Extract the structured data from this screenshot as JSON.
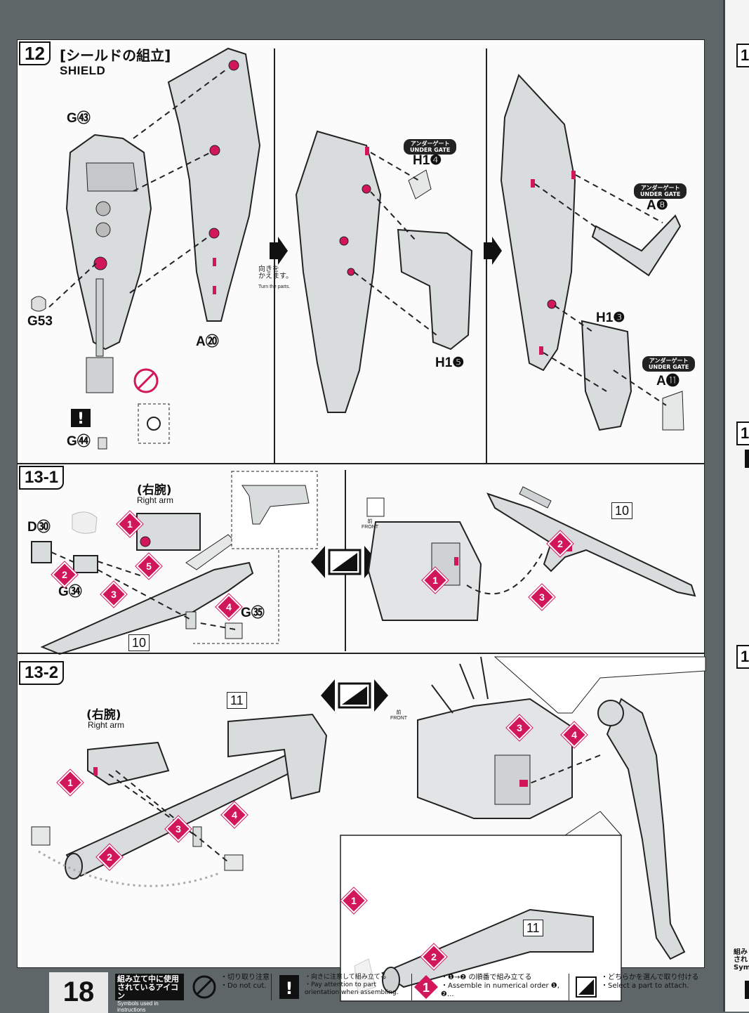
{
  "step12": {
    "badge": "12",
    "title_jp": "[シールドの組立]",
    "title_en": "SHIELD",
    "parts": {
      "g43": "G㊸",
      "g53": "G53",
      "g44": "G㊹",
      "a20": "A⑳",
      "h1_4": "H1❹",
      "h1_5": "H1❺",
      "a8": "A❽",
      "h1_3": "H1❸",
      "a11": "A⓫"
    },
    "under_gate_jp": "アンダーゲート",
    "under_gate_en": "UNDER GATE",
    "turn_jp": "向きを\nかえます。",
    "turn_en": "Turn the parts."
  },
  "step13_1": {
    "badge": "13-1",
    "right_arm_jp": "(右腕)",
    "right_arm_en": "Right arm",
    "parts": {
      "d30": "D㉚",
      "g34": "G㉞",
      "g35": "G㉟"
    },
    "weapon_no": "10",
    "front": "FRONT",
    "front_jp": "前"
  },
  "step13_2": {
    "badge": "13-2",
    "right_arm_jp": "(右腕)",
    "right_arm_en": "Right arm",
    "weapon_no": "11",
    "front": "FRONT",
    "front_jp": "前"
  },
  "steps_numbers": [
    "1",
    "2",
    "3",
    "4",
    "5"
  ],
  "right_strip": [
    "1",
    "1",
    "1"
  ],
  "footer": {
    "page": "18",
    "legend_head_jp": "組み立て中に使用されているアイコン",
    "legend_head_en": "Symbols used in instructions",
    "do_not_cut_jp": "・切り取り注意",
    "do_not_cut_en": "・Do not cut.",
    "orientation_jp": "・向きに注意して組み立てる",
    "orientation_en": "・Pay attention to part orientation when assembling.",
    "order_jp": "・❶→❷ の順番で組み立てる",
    "order_en": "・Assemble in numerical order ❶, ❷...",
    "select_jp": "・どちらかを選んで取り付ける",
    "select_en": "・Select a part to attach."
  },
  "colors": {
    "accent": "#d1165a",
    "ink": "#111111",
    "paper": "#fbfbfb",
    "gray": "#cfd2d3"
  }
}
